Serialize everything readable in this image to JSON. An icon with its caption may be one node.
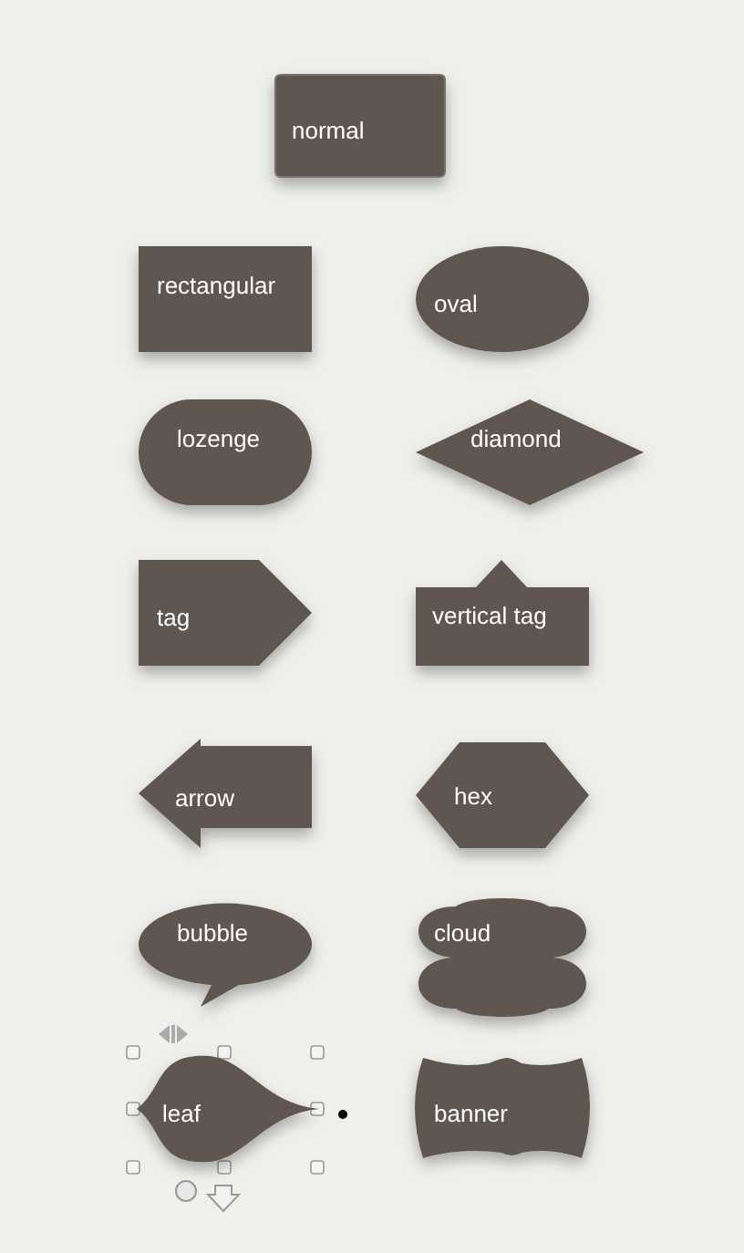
{
  "diagram": {
    "nodes": [
      {
        "text": [
          "normal"
        ]
      },
      {
        "text": [
          "rectangular"
        ]
      },
      {
        "text": [
          "oval"
        ]
      },
      {
        "text": [
          "lozenge"
        ]
      },
      {
        "text": [
          "diamond"
        ]
      },
      {
        "text": [
          "tag"
        ]
      },
      {
        "text": [
          "vertical tag"
        ]
      },
      {
        "text": [
          "arrow"
        ]
      },
      {
        "text": [
          "hex"
        ]
      },
      {
        "text": [
          "bubble"
        ]
      },
      {
        "text": [
          "cloud"
        ]
      },
      {
        "text": [
          "leaf"
        ]
      },
      {
        "text": [
          "banner"
        ]
      }
    ]
  }
}
